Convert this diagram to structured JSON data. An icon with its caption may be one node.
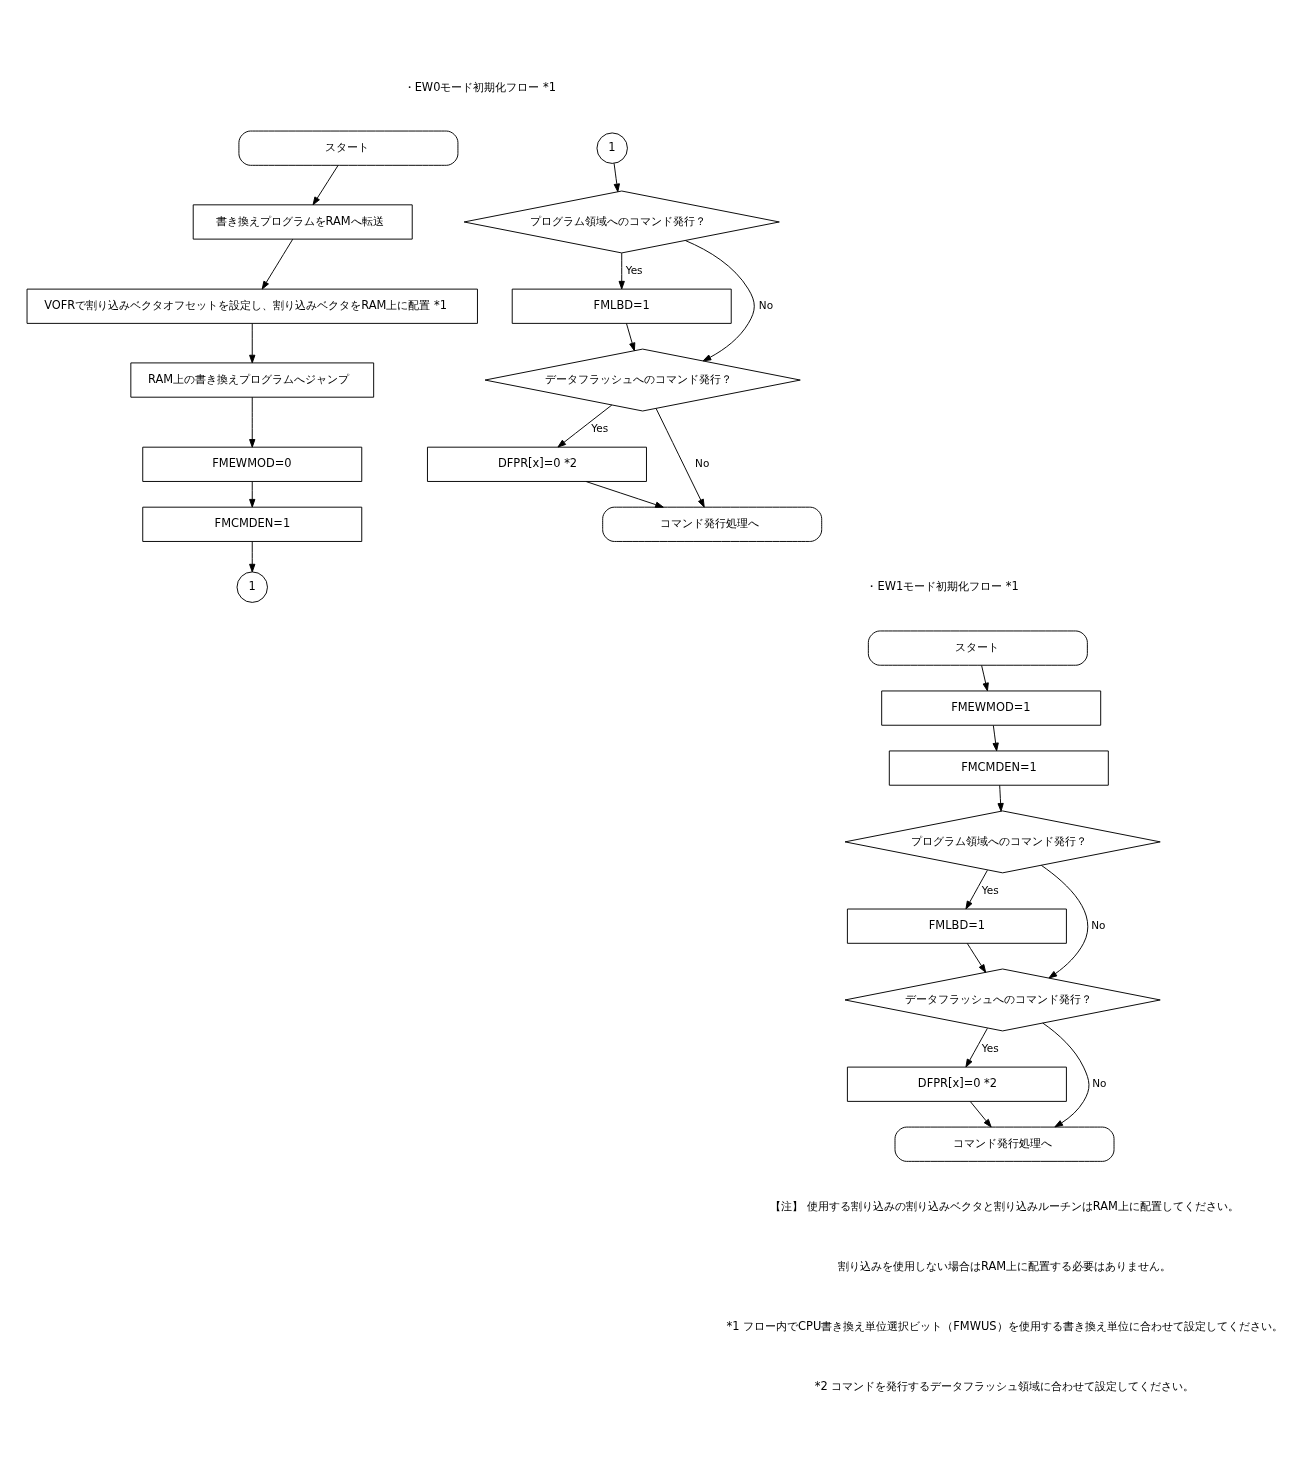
{
  "diagram": {
    "nodes": [
      {
        "text": [
          "スタート"
        ]
      },
      {
        "text": [
          "書き換えプログラムをRAMへ転送"
        ]
      },
      {
        "text": [
          "VOFRで割り込みベクタオフセットを設定し、割り込みベクタをRAM上に配置 *1"
        ]
      },
      {
        "text": [
          "RAM上の書き換えプログラムへジャンプ"
        ]
      },
      {
        "text": [
          "FMEWMOD=0"
        ]
      },
      {
        "text": [
          "FMCMDEN=1"
        ]
      },
      {
        "text": [
          "1"
        ]
      },
      {
        "text": [
          "1"
        ]
      },
      {
        "text": [
          "プログラム領域へのコマンド発行？"
        ]
      },
      {
        "text": [
          "FMLBD=1"
        ]
      },
      {
        "text": [
          "データフラッシュへのコマンド発行？"
        ]
      },
      {
        "text": [
          "DFPR[x]=0 *2"
        ]
      },
      {
        "text": [
          "コマンド発行処理へ"
        ]
      },
      {
        "text": [
          "スタート"
        ]
      },
      {
        "text": [
          "FMEWMOD=1"
        ]
      },
      {
        "text": [
          "FMCMDEN=1"
        ]
      },
      {
        "text": [
          "プログラム領域へのコマンド発行？"
        ]
      },
      {
        "text": [
          "FMLBD=1"
        ]
      },
      {
        "text": [
          "データフラッシュへのコマンド発行？"
        ]
      },
      {
        "text": [
          "DFPR[x]=0 *2"
        ]
      },
      {
        "text": [
          "コマンド発行処理へ"
        ]
      }
    ],
    "edges": [
      {
        "from": 0,
        "to": 1,
        "arrow": "to"
      },
      {
        "from": 1,
        "to": 2,
        "arrow": "to"
      },
      {
        "from": 2,
        "to": 3,
        "arrow": "to"
      },
      {
        "from": 3,
        "to": 4,
        "arrow": "to"
      },
      {
        "from": 4,
        "to": 5,
        "arrow": "to"
      },
      {
        "from": 5,
        "to": 6,
        "arrow": "to"
      },
      {
        "from": 7,
        "to": 8,
        "arrow": "to"
      },
      {
        "from": 8,
        "to": 9,
        "arrow": "to",
        "label": "Yes"
      },
      {
        "from": 8,
        "to": 10,
        "arrow": "to",
        "label": "No"
      },
      {
        "from": 9,
        "to": 10,
        "arrow": "to"
      },
      {
        "from": 10,
        "to": 11,
        "arrow": "to",
        "label": "Yes"
      },
      {
        "from": 10,
        "to": 12,
        "arrow": "to",
        "label": "No"
      },
      {
        "from": 11,
        "to": 12,
        "arrow": "to"
      },
      {
        "from": 13,
        "to": 14,
        "arrow": "to"
      },
      {
        "from": 14,
        "to": 15,
        "arrow": "to"
      },
      {
        "from": 15,
        "to": 16,
        "arrow": "to"
      },
      {
        "from": 16,
        "to": 17,
        "arrow": "to",
        "label": "Yes"
      },
      {
        "from": 16,
        "to": 18,
        "arrow": "to",
        "label": "No"
      },
      {
        "from": 17,
        "to": 18,
        "arrow": "to"
      },
      {
        "from": 18,
        "to": 19,
        "arrow": "to",
        "label": "Yes"
      },
      {
        "from": 18,
        "to": 20,
        "arrow": "to",
        "label": "No"
      },
      {
        "from": 19,
        "to": 20,
        "arrow": "to"
      }
    ],
    "labels": [
      "・EW0モード初期化フロー *1",
      "・EW1モード初期化フロー *1",
      "【注】 使用する割り込みの割り込みベクタと割り込みルーチンはRAM上に配置してください。",
      "割り込みを使用しない場合はRAM上に配置する必要はありません。",
      "*1 フロー内でCPU書き換え単位選択ビット（FMWUS）を使用する書き換え単位に合わせて設定してください。",
      "*2 コマンドを発行するデータフラッシュ領域に合わせて設定してください。"
    ]
  }
}
